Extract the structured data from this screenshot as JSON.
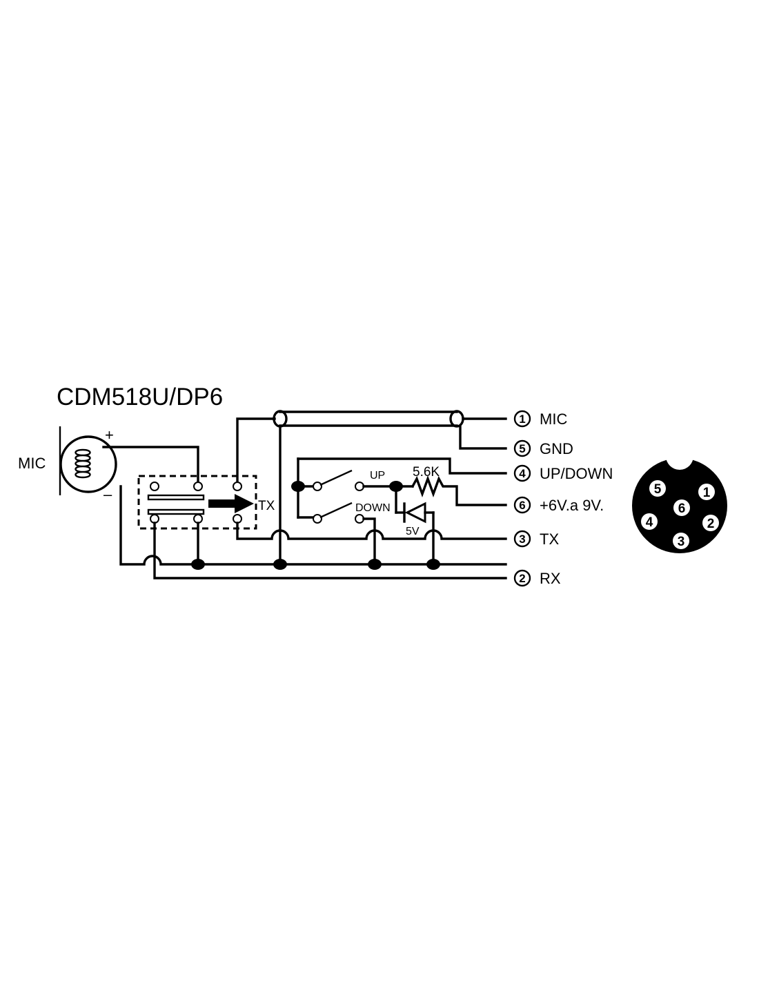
{
  "title": "CDM518U/DP6",
  "mic_label": "MIC",
  "mic_plus": "+",
  "mic_minus": "–",
  "tx_switch_label": "TX",
  "switch_up_label": "UP",
  "switch_down_label": "DOWN",
  "resistor_label": "5.6K",
  "zener_label": "5V",
  "pins": [
    {
      "num": "1",
      "name": "MIC"
    },
    {
      "num": "5",
      "name": "GND"
    },
    {
      "num": "4",
      "name": "UP/DOWN"
    },
    {
      "num": "6",
      "name": "+6V.a 9V."
    },
    {
      "num": "3",
      "name": "TX"
    },
    {
      "num": "2",
      "name": "RX"
    }
  ],
  "connector_pins": [
    "5",
    "1",
    "6",
    "4",
    "2",
    "3"
  ]
}
